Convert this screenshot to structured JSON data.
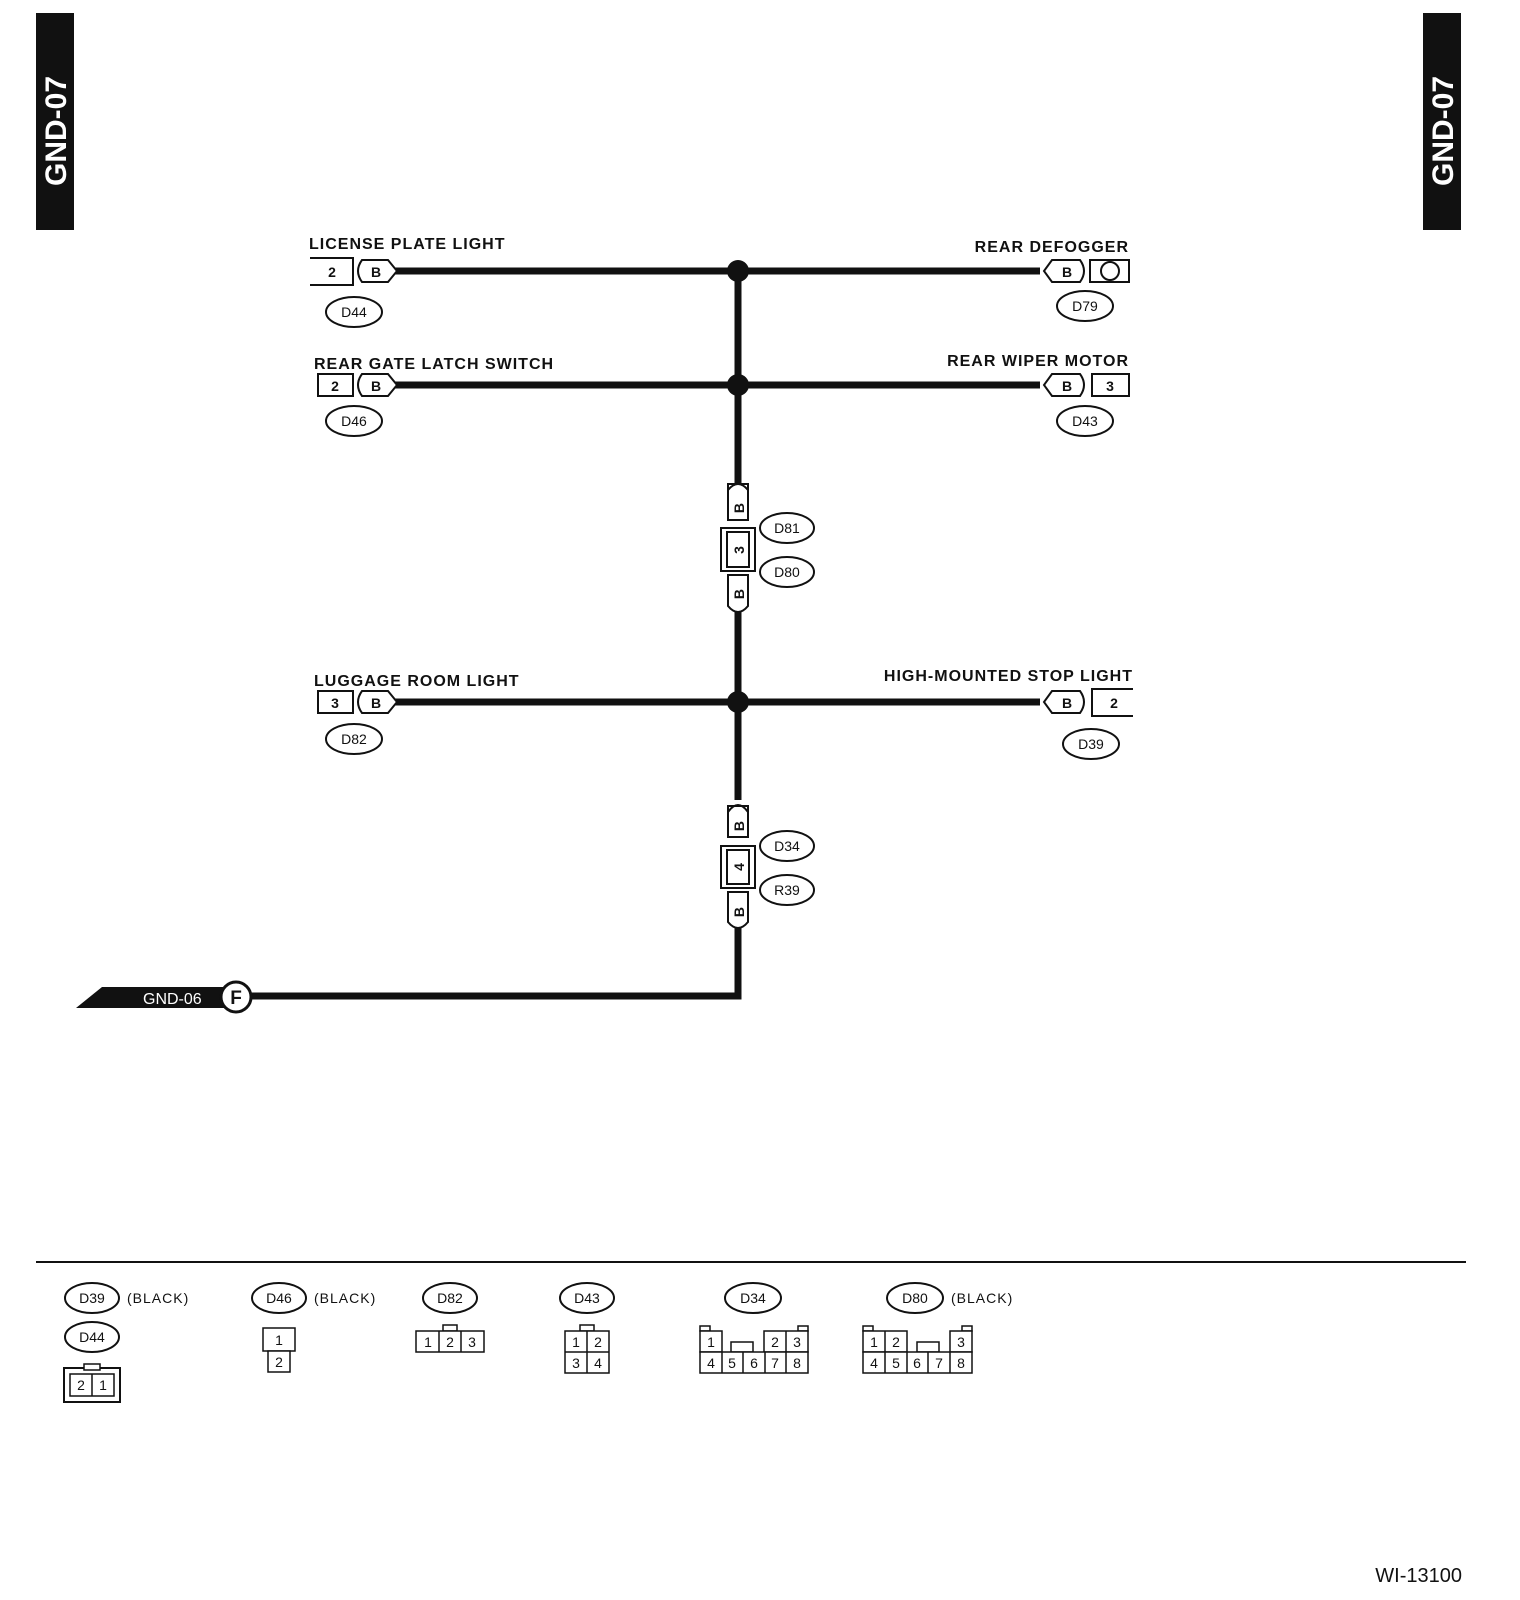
{
  "header": {
    "left_tab": "GND-07",
    "right_tab": "GND-07"
  },
  "components": {
    "license_plate_light": {
      "label": "LICENSE PLATE LIGHT",
      "pin": "2",
      "wire": "B",
      "connector": "D44"
    },
    "rear_defogger": {
      "label": "REAR DEFOGGER",
      "wire": "B",
      "connector": "D79"
    },
    "rear_gate_latch_switch": {
      "label": "REAR GATE LATCH SWITCH",
      "pin": "2",
      "wire": "B",
      "connector": "D46"
    },
    "rear_wiper_motor": {
      "label": "REAR WIPER MOTOR",
      "wire": "B",
      "pin": "3",
      "connector": "D43"
    },
    "luggage_room_light": {
      "label": "LUGGAGE ROOM LIGHT",
      "pin": "3",
      "wire": "B",
      "connector": "D82"
    },
    "high_mounted_stop_light": {
      "label": "HIGH-MOUNTED STOP LIGHT",
      "wire": "B",
      "pin": "2",
      "connector": "D39"
    }
  },
  "junctions": {
    "upper": {
      "wire_top": "B",
      "pin": "3",
      "wire_bottom": "B",
      "connector_a": "D81",
      "connector_b": "D80"
    },
    "lower": {
      "wire_top": "B",
      "pin": "4",
      "wire_bottom": "B",
      "connector_a": "D34",
      "connector_b": "R39"
    }
  },
  "ground_ref": {
    "label": "GND-06",
    "point": "F"
  },
  "legend": {
    "d39": {
      "code": "D39",
      "note": "(BLACK)"
    },
    "d44": {
      "code": "D44",
      "pins": [
        "2",
        "1"
      ]
    },
    "d46": {
      "code": "D46",
      "note": "(BLACK)",
      "pins": [
        "1",
        "2"
      ]
    },
    "d82": {
      "code": "D82",
      "pins": [
        "1",
        "2",
        "3"
      ]
    },
    "d43": {
      "code": "D43",
      "pins": [
        "1",
        "2",
        "3",
        "4"
      ]
    },
    "d34": {
      "code": "D34",
      "pins": [
        "1",
        "2",
        "3",
        "4",
        "5",
        "6",
        "7",
        "8"
      ]
    },
    "d80": {
      "code": "D80",
      "note": "(BLACK)",
      "pins": [
        "1",
        "2",
        "3",
        "4",
        "5",
        "6",
        "7",
        "8"
      ]
    }
  },
  "footer": {
    "figure_id": "WI-13100"
  },
  "colors": {
    "wire": "#111111",
    "tab_bg": "#111111",
    "background": "#ffffff"
  }
}
